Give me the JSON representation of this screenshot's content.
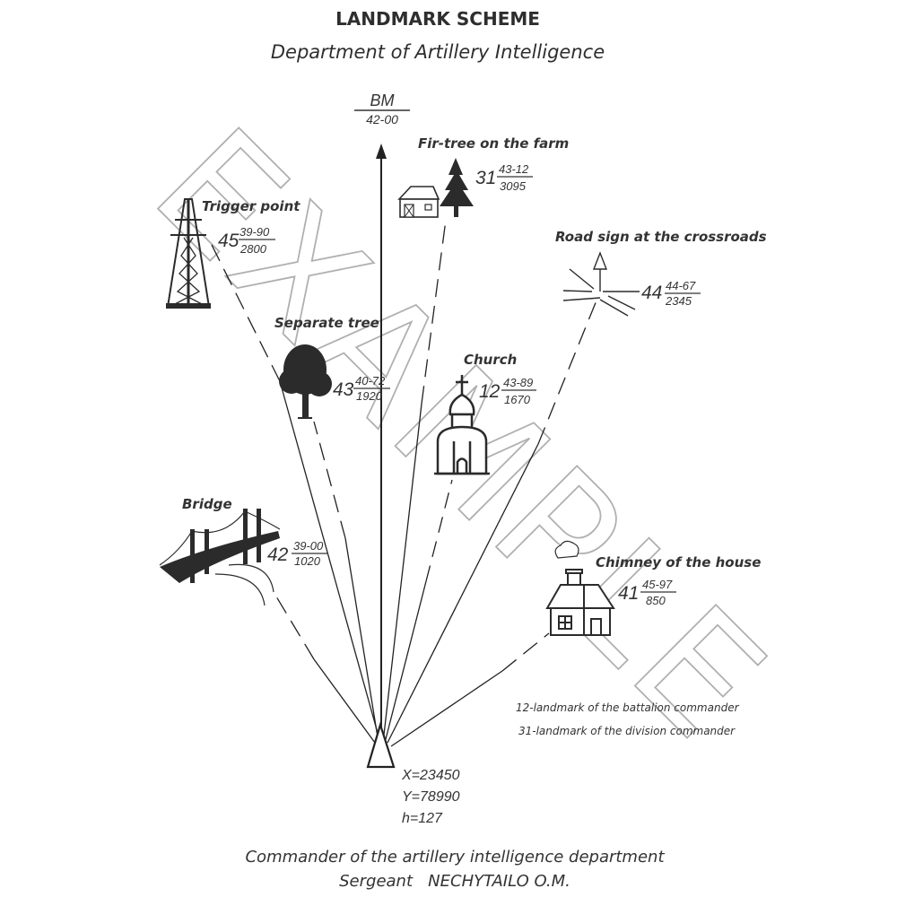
{
  "header": {
    "title": "LANDMARK SCHEME",
    "subtitle": "Department of Artillery Intelligence"
  },
  "base_direction": {
    "label": "BM",
    "value": "42-00"
  },
  "observation_post": {
    "x": "X=23450",
    "y": "Y=78990",
    "h": "h=127"
  },
  "landmarks": [
    {
      "id": "trigger-point",
      "name": "Trigger point",
      "number": "45",
      "angle": "39-90",
      "distance": "2800",
      "icon": "power-tower-icon"
    },
    {
      "id": "fir-tree",
      "name": "Fir-tree on the farm",
      "number": "31",
      "angle": "43-12",
      "distance": "3095",
      "icon": "fir-tree-farm-icon"
    },
    {
      "id": "road-sign",
      "name": "Road sign at the crossroads",
      "number": "44",
      "angle": "44-67",
      "distance": "2345",
      "icon": "road-sign-icon"
    },
    {
      "id": "separate-tree",
      "name": "Separate tree",
      "number": "43",
      "angle": "40-72",
      "distance": "1920",
      "icon": "tree-icon"
    },
    {
      "id": "church",
      "name": "Church",
      "number": "12",
      "angle": "43-89",
      "distance": "1670",
      "icon": "church-icon"
    },
    {
      "id": "bridge",
      "name": "Bridge",
      "number": "42",
      "angle": "39-00",
      "distance": "1020",
      "icon": "bridge-icon"
    },
    {
      "id": "chimney",
      "name": "Chimney of the house",
      "number": "41",
      "angle": "45-97",
      "distance": "850",
      "icon": "house-chimney-icon"
    }
  ],
  "legend": [
    "12-landmark of the battalion commander",
    "31-landmark of the division commander"
  ],
  "footer": {
    "line1": "Commander of the artillery intelligence department",
    "line2": "Sergeant   NECHYTAILO O.M."
  },
  "watermark": "EXAMPLE"
}
